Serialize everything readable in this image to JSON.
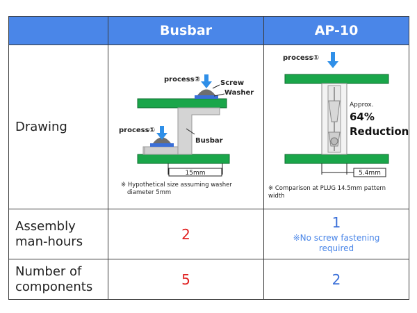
{
  "table": {
    "headers": {
      "col1": "Busbar",
      "col2": "AP-10"
    },
    "rows": {
      "drawing": {
        "label": "Drawing"
      },
      "assembly": {
        "label_line1": "Assembly",
        "label_line2": "man-hours",
        "busbar_value": "2",
        "ap10_value": "1",
        "ap10_note_line1": "※No screw fastening",
        "ap10_note_line2": "required"
      },
      "components": {
        "label_line1": "Number of",
        "label_line2": "components",
        "busbar_value": "5",
        "ap10_value": "2"
      }
    }
  },
  "busbar_drawing": {
    "process2": "process②",
    "process1": "process①",
    "screw": "Screw",
    "washer": "Washer",
    "busbar": "Busbar",
    "dimension": "15mm",
    "caption_line1": "※ Hypothetical size assuming washer",
    "caption_line2": "diameter 5mm"
  },
  "ap10_drawing": {
    "process1": "process①",
    "approx": "Approx.",
    "percent": "64%",
    "reduction": "Reduction",
    "dimension": "5.4mm",
    "caption_line1": "※ Comparison at PLUG 14.5mm pattern",
    "caption_line2": "width"
  },
  "colors": {
    "header_bg": "#4a86e8",
    "board_green": "#1aa64a",
    "board_edge": "#0d6b2f",
    "arrow_blue": "#2f8fe8",
    "value_red": "#e02020",
    "value_blue": "#3a6fd8"
  }
}
